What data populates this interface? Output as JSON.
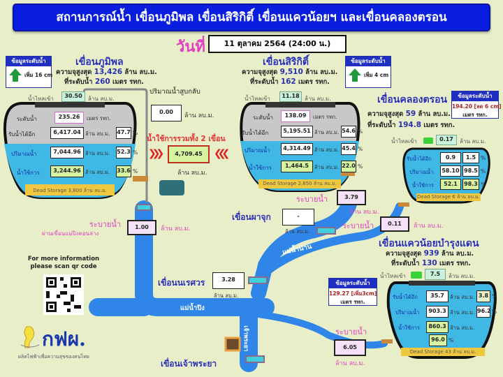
{
  "header": {
    "title": "สถานการณ์น้ำ เขื่อนภูมิพล เขื่อนสิริกิติ์ เขื่อนแควน้อยฯ และเขื่อนคลองตรอน",
    "date_label": "วันที่",
    "date_value": "11 ตุลาคม 2564 (24:00 น.)"
  },
  "common": {
    "unit_mcm": "ล้าน ลบ.ม.",
    "unit_msl": "เมตร รทก.",
    "level_card_title": "ข้อมูลระดับน้ำ",
    "inflow_label": "น้ำไหลเข้า",
    "level_label": "ระดับน้ำ",
    "receivable_label": "รับน้ำได้อีก",
    "storage_label": "ปริมาณน้ำ",
    "usable_label": "น้ำใช้การ",
    "release_label": "ระบายน้ำ",
    "pct": "%"
  },
  "bhumibol": {
    "name": "เขื่อนภูมิพล",
    "capacity_text": "ความจุสูงสุด",
    "capacity": "13,426",
    "level_text": "ที่ระดับน้ำ",
    "max_level": "260",
    "level_change": "เพิ่ม 16 cm",
    "inflow": "30.50",
    "water_level": "235.26",
    "receivable": "6,417.04",
    "receivable_pct": "47.7",
    "storage": "7,044.96",
    "storage_pct": "52.3",
    "usable": "3,244.96",
    "usable_pct": "33.6",
    "dead_storage": "Dead Storage 3,800 ล้าน ลบ.ม.",
    "release": "1.00",
    "release_note": "ผ่านเขื่อนแม่ปิงตอนล่าง",
    "pumpback_label": "ปริมาณน้ำสูบกลับ",
    "pumpback": "0.00"
  },
  "combined": {
    "label": "น้ำใช้การรวมทั้ง 2 เขื่อน",
    "value": "4,709.45"
  },
  "sirikit": {
    "name": "เขื่อนสิริกิติ์",
    "capacity_text": "ความจุสูงสุด",
    "capacity": "9,510",
    "level_text": "ที่ระดับน้ำ",
    "max_level": "162",
    "level_change": "เพิ่ม 4 cm",
    "inflow": "11.18",
    "water_level": "138.09",
    "receivable": "5,195.51",
    "receivable_pct": "54.6",
    "storage": "4,314.49",
    "storage_pct": "45.4",
    "usable": "1,464.5",
    "usable_pct": "22.0",
    "dead_storage": "Dead Storage 2,850 ล้าน ลบ.ม.",
    "release": "3.79"
  },
  "khlong_tron": {
    "name": "เขื่อนคลองตรอน",
    "capacity_text": "ความจุสูงสุด",
    "capacity": "59",
    "level_text": "ที่ระดับน้ำ",
    "max_level": "194.8",
    "card_value": "194.20 [ลด 6 cm]",
    "inflow": "0.17",
    "receivable": "0.9",
    "receivable_pct": "1.5",
    "storage": "58.10",
    "storage_pct": "98.5",
    "usable": "52.1",
    "usable_pct": "98.3",
    "dead_storage": "Dead Storage 6 ล้าน ลบ.ม.",
    "release": "0.11"
  },
  "khwae_noi": {
    "name": "เขื่อนแควน้อยบำรุงแดน",
    "capacity_text": "ความจุสูงสุด",
    "capacity": "939",
    "level_text": "ที่ระดับน้ำ",
    "max_level": "130",
    "card_value": "129.27 [เพิ่ม3cm]",
    "inflow": "7.5",
    "receivable": "35.7",
    "receivable_pct": "3.8",
    "storage": "903.3",
    "storage_pct": "96.2",
    "usable": "860.3",
    "usable_pct": "96.0",
    "dead_storage": "Dead Storage 43 ล้าน ลบ.ม.",
    "release": "6.05"
  },
  "downstream": {
    "pha_chuk_name": "เขื่อนผาจุก",
    "pha_chuk_value": "-",
    "naresuan_name": "เขื่อนนเรศวร",
    "naresuan_value": "3.28",
    "chao_phraya_name": "เขื่อนเจ้าพระยา",
    "river_nan": "แม่น้ำน่าน",
    "river_ping": "แม่น้ำปิง",
    "river_chao_phraya": "เจ้าพระยา"
  },
  "footer": {
    "info_line1": "For more information",
    "info_line2": "please scan qr code",
    "logo_text": "กฟผ.",
    "logo_tagline": "ผลิตไฟฟ้าเพื่อความสุขของคนไทย"
  },
  "colors": {
    "title_bg": "#0a1ee0",
    "water": "#3fb8e6",
    "river": "#2f86e8",
    "empty": "#c8c8c8",
    "dead": "#f0c840",
    "accent_pink": "#e040c0",
    "dam_name": "#2a2fb0"
  }
}
